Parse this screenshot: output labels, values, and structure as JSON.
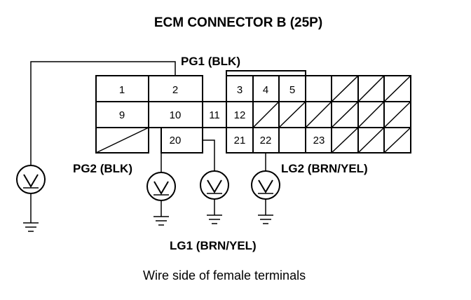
{
  "title": "ECM CONNECTOR B (25P)",
  "caption": "Wire side of female terminals",
  "labels": {
    "pg1": "PG1 (BLK)",
    "pg2": "PG2 (BLK)",
    "lg1": "LG1 (BRN/YEL)",
    "lg2": "LG2 (BRN/YEL)"
  },
  "pins": {
    "p1": "1",
    "p2": "2",
    "p3": "3",
    "p4": "4",
    "p5": "5",
    "p9": "9",
    "p10": "10",
    "p11": "11",
    "p12": "12",
    "p20": "20",
    "p21": "21",
    "p22": "22",
    "p23": "23"
  },
  "meters": {
    "symbol": "V"
  }
}
